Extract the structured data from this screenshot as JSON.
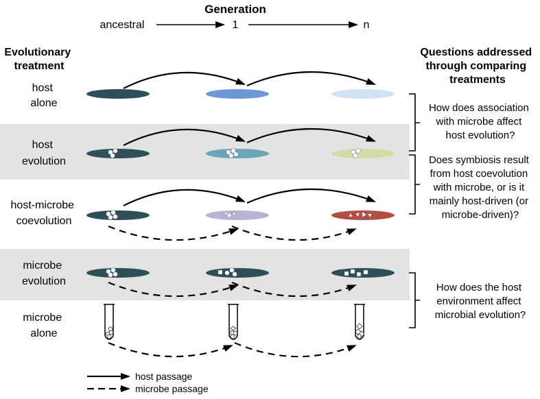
{
  "header": {
    "title": "Generation",
    "gen_ancestral": "ancestral",
    "gen_1": "1",
    "gen_n": "n"
  },
  "left_title": {
    "line1": "Evolutionary",
    "line2": "treatment"
  },
  "right_title": {
    "line1": "Questions addressed",
    "line2": "through comparing",
    "line3": "treatments"
  },
  "treatments": [
    {
      "id": "host-alone",
      "line1": "host",
      "line2": "alone"
    },
    {
      "id": "host-evolution",
      "line1": "host",
      "line2": "evolution"
    },
    {
      "id": "host-microbe-coevolution",
      "line1": "host-microbe",
      "line2": "coevolution"
    },
    {
      "id": "microbe-evolution",
      "line1": "microbe",
      "line2": "evolution"
    },
    {
      "id": "microbe-alone",
      "line1": "microbe",
      "line2": "alone"
    }
  ],
  "questions": [
    {
      "id": "q1",
      "lines": [
        "How does association",
        "with microbe affect",
        "host evolution?"
      ]
    },
    {
      "id": "q2",
      "lines": [
        "Does symbiosis result",
        "from host coevolution",
        "with microbe, or is it",
        "mainly host-driven (or",
        "microbe-driven)?"
      ]
    },
    {
      "id": "q3",
      "lines": [
        "How does the host",
        "environment affect",
        "microbial evolution?"
      ]
    }
  ],
  "legend": {
    "host_passage": "host passage",
    "microbe_passage": "microbe passage"
  },
  "colors": {
    "band": "#e3e3e3",
    "host_ancestral": "#2e4e58",
    "host_alone_gen1": "#6e97d6",
    "host_alone_genn": "#d3e2f3",
    "host_evo_gen1": "#6aa5b8",
    "host_evo_genn": "#d2dca8",
    "coevo_gen1": "#bab1d5",
    "coevo_genn": "#b24f44",
    "microbe_evo": "#2e4e58",
    "arrow": "#000000"
  }
}
